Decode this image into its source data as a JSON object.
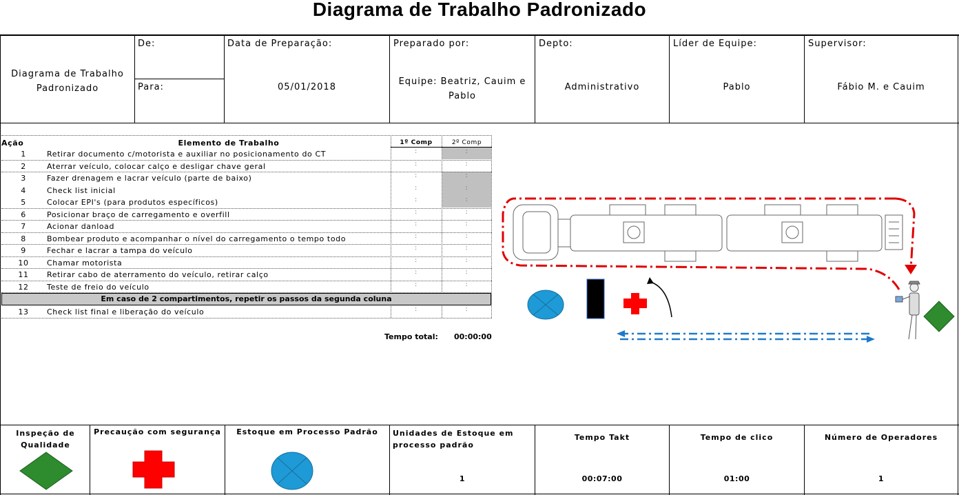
{
  "title": "Diagrama de Trabalho Padronizado",
  "header": {
    "doc_name": "Diagrama de Trabalho Padronizado",
    "de_label": "De:",
    "para_label": "Para:",
    "data_label": "Data de Preparação:",
    "data_value": "05/01/2018",
    "preparado_label": "Preparado por:",
    "preparado_value": "Equipe: Beatriz, Cauim e Pablo",
    "depto_label": "Depto:",
    "depto_value": "Administrativo",
    "lider_label": "Líder de Equipe:",
    "lider_value": "Pablo",
    "supervisor_label": "Supervisor:",
    "supervisor_value": "Fábio M. e Cauim"
  },
  "table": {
    "col_acao": "Ação",
    "col_elemento": "Elemento de Trabalho",
    "col_comp1": "1º Comp",
    "col_comp2": "2º Comp",
    "rows": [
      {
        "num": "1",
        "text": "Retirar documento c/motorista e auxiliar no posicionamento do CT"
      },
      {
        "num": "2",
        "text": "Aterrar veículo, colocar calço e desligar chave geral"
      },
      {
        "num": "3",
        "text": "Fazer drenagem e lacrar veículo (parte de baixo)"
      },
      {
        "num": "4",
        "text": "Check list inicial"
      },
      {
        "num": "5",
        "text": "Colocar EPI's (para produtos específicos)"
      },
      {
        "num": "6",
        "text": "Posicionar braço de carregamento e overfill"
      },
      {
        "num": "7",
        "text": "Acionar danload"
      },
      {
        "num": "8",
        "text": "Bombear produto e acompanhar o nível do carregamento o tempo todo"
      },
      {
        "num": "9",
        "text": "Fechar e lacrar a tampa do veículo"
      },
      {
        "num": "10",
        "text": "Chamar motorista"
      },
      {
        "num": "11",
        "text": "Retirar cabo de aterramento do veículo, retirar calço"
      },
      {
        "num": "12",
        "text": "Teste de freio do veículo"
      }
    ],
    "band": "Em caso de 2 compartimentos, repetir os passos da segunda coluna",
    "row13": {
      "num": "13",
      "text": "Check list final e liberação do veículo"
    },
    "cell_mark": ":",
    "total_label": "Tempo total:",
    "total_value": "00:00:00"
  },
  "footer": {
    "inspecao": "Inspeção de Qualidade",
    "precaucao": "Precaução com segurança",
    "estoque": "Estoque em Processo Padrão",
    "unidades_label": "Unidades de Estoque em processo padrão",
    "unidades_value": "1",
    "takt_label": "Tempo Takt",
    "takt_value": "00:07:00",
    "ciclo_label": "Tempo de clico",
    "ciclo_value": "01:00",
    "operadores_label": "Número de Operadores",
    "operadores_value": "1"
  },
  "colors": {
    "quality_green": "#2e8b2e",
    "safety_red": "#ff0000",
    "stock_blue": "#1e9ad6",
    "path_red": "#e00000",
    "path_blue": "#1e7ac8"
  }
}
